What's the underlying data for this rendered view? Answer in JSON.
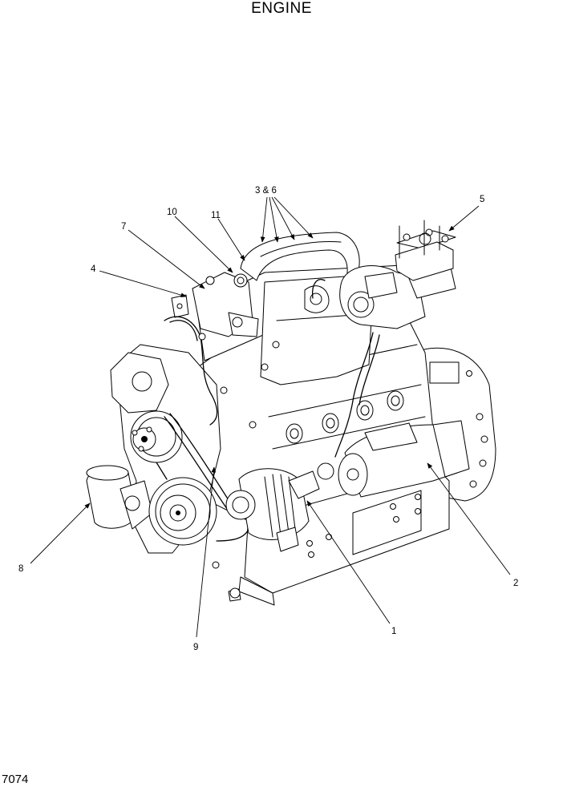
{
  "title": "ENGINE",
  "page_code": "7074",
  "callouts": {
    "c1": "1",
    "c2": "2",
    "c3": "3 & 6",
    "c4": "4",
    "c5": "5",
    "c7": "7",
    "c8": "8",
    "c9": "9",
    "c10": "10",
    "c11": "11"
  }
}
